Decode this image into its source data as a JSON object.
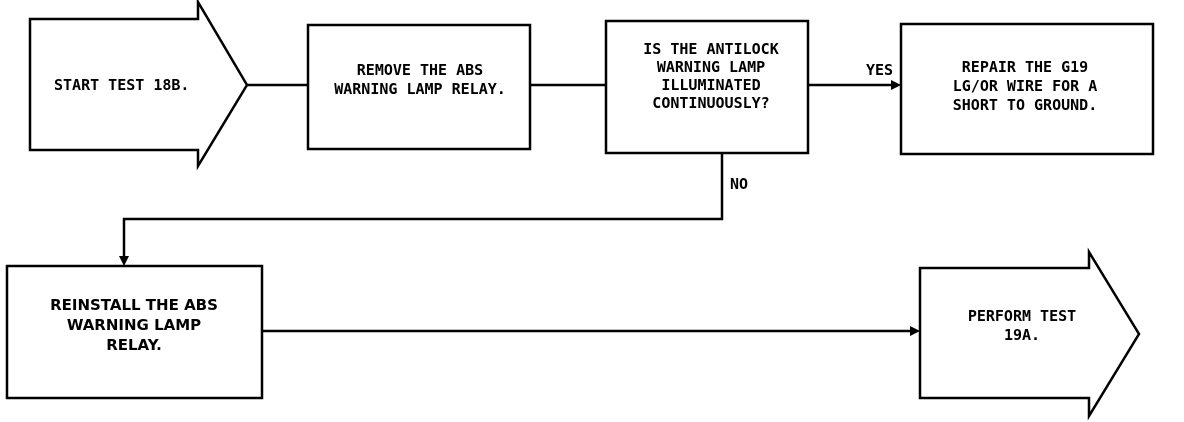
{
  "nodes": {
    "start": {
      "lines": [
        "START TEST 18B."
      ]
    },
    "remove_relay": {
      "lines": [
        "REMOVE THE ABS",
        "WARNING LAMP RELAY."
      ]
    },
    "decision": {
      "lines": [
        "IS THE ANTILOCK",
        "WARNING LAMP",
        "ILLUMINATED",
        "CONTINUOUSLY?"
      ]
    },
    "repair": {
      "lines": [
        "REPAIR THE G19",
        "LG/OR WIRE FOR A",
        "SHORT TO GROUND."
      ]
    },
    "reinstall_relay": {
      "lines": [
        "REINSTALL THE ABS",
        "WARNING LAMP",
        "RELAY."
      ]
    },
    "perform": {
      "lines": [
        "PERFORM TEST",
        "19A."
      ]
    }
  },
  "edges": {
    "yes_label": "YES",
    "no_label": "NO"
  },
  "colors": {
    "ink": "#000000",
    "paper": "#ffffff"
  }
}
